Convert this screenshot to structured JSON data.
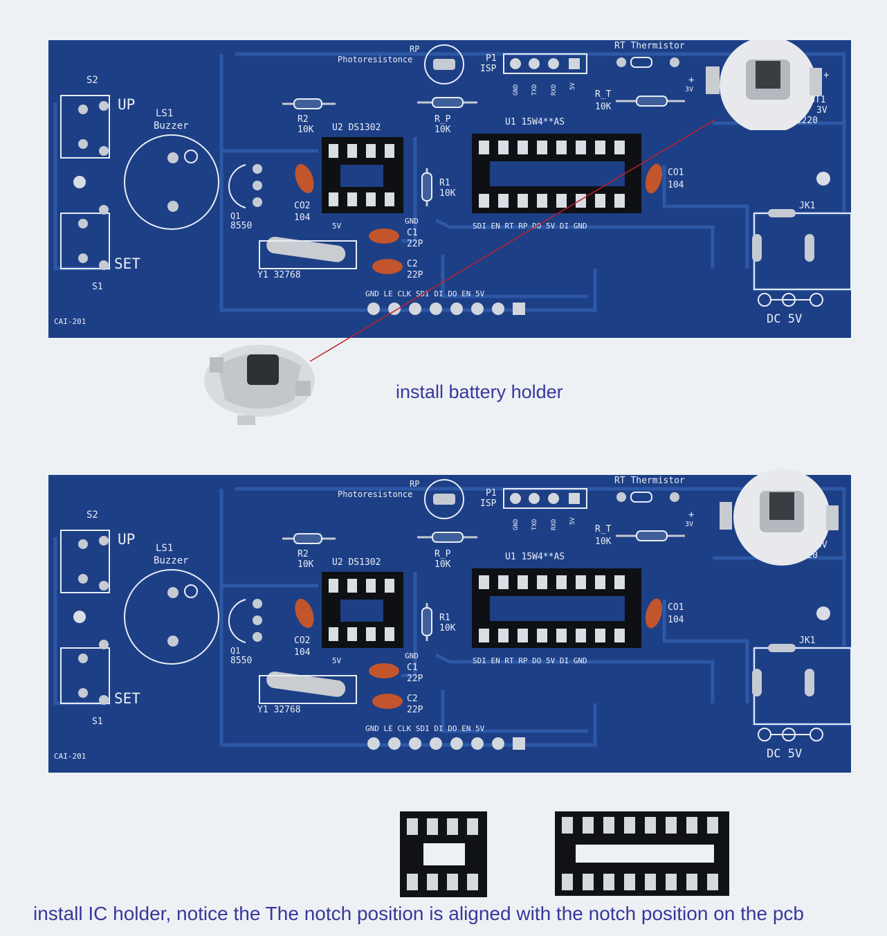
{
  "captions": {
    "battery": "install battery holder",
    "ic_holder": "install IC holder, notice the The notch position is aligned with the notch position on the pcb"
  },
  "board": {
    "code": "CAI-201",
    "photoresistor_ref": "RP",
    "photoresistor_name": "Photoresistonce",
    "isp_ref": "P1",
    "isp_name": "ISP",
    "isp_pins": [
      "GND",
      "TXD",
      "RXD",
      "5V"
    ],
    "thermistor_label": "RT  Thermistor",
    "s2": "S2",
    "up": "UP",
    "ls1": "LS1",
    "buzzer": "Buzzer",
    "set": "SET",
    "s1": "S1",
    "r2_ref": "R2",
    "r2_val": "10K",
    "u2": "U2  DS1302",
    "rp_ref": "R_P",
    "rp_val": "10K",
    "u1": "U1  15W4**AS",
    "rt_ref": "R_T",
    "rt_val": "10K",
    "bt1_ref": "BT1",
    "bt1_v": "3V",
    "bt1_type": "CR1220",
    "plus": "+",
    "plus3v": "3V",
    "q1_ref": "Q1",
    "q1_val": "8550",
    "co2_ref": "CO2",
    "co2_val": "104",
    "r1_ref": "R1",
    "r1_val": "10K",
    "co1_ref": "CO1",
    "co1_val": "104",
    "v5": "5V",
    "gnd": "GND",
    "c1_ref": "C1",
    "c1_val": "22P",
    "c2_ref": "C2",
    "c2_val": "22P",
    "y1": "Y1  32768",
    "u1_pins": "SDI  EN  RT  RP  DO  5V  DI  GND",
    "jk1": "JK1",
    "header_pins": "GND LE CLK SDI  DI  DO  EN  5V",
    "dc": "DC  5V"
  },
  "colors": {
    "pcb": "#1d3f86",
    "trace": "#2d58a6",
    "silk": "#e9eef6",
    "caption": "#36389a",
    "pointer": "#c0202c"
  }
}
